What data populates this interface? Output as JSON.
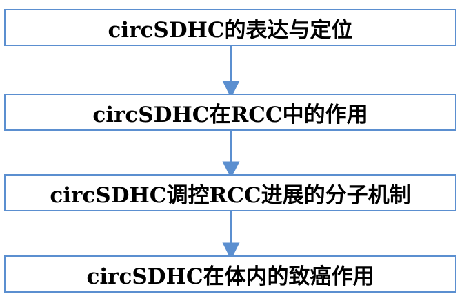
{
  "steps": [
    {
      "label": "circSDHC的表达与定位"
    },
    {
      "label": "circSDHC在RCC中的作用"
    },
    {
      "label": "circSDHC调控RCC进展的分子机制"
    },
    {
      "label": "circSDHC在体内的致癌作用"
    }
  ],
  "colors": {
    "border": "#5b8fd0",
    "arrow": "#5b8fd0",
    "text": "#000000"
  }
}
